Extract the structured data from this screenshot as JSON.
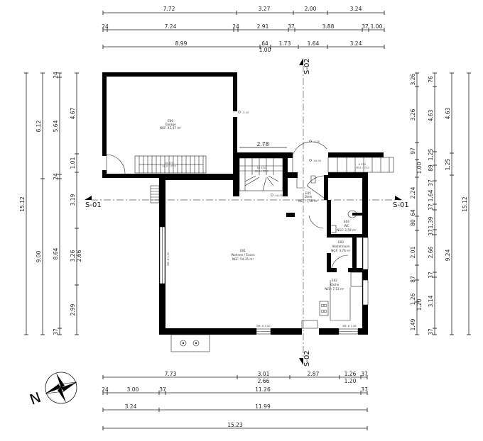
{
  "dimensions": {
    "top_row1": [
      "7.72",
      "3.27",
      "2.00",
      "3.24"
    ],
    "top_row2": [
      "24",
      "7.24",
      "24",
      "2.91",
      "37",
      "3.88",
      "37",
      "1.00"
    ],
    "top_row3": [
      "8.99",
      "64",
      "1.00",
      "1.73",
      "1.64",
      "3.24"
    ],
    "bottom_row1": [
      "7.73",
      "3.01",
      "2.87",
      "1.26",
      "37",
      "2.66",
      "1.20"
    ],
    "bottom_row2": [
      "24",
      "3.00",
      "37",
      "11.26",
      "37"
    ],
    "bottom_row3": [
      "3.24",
      "11.99"
    ],
    "bottom_row4": [
      "15.23"
    ],
    "left_col1": [
      "15.12"
    ],
    "left_col2": [
      "6.12",
      "9.00"
    ],
    "left_col3": [
      "24",
      "5.64",
      "24",
      "8.64",
      "37"
    ],
    "left_col4": [
      "4.67",
      "1.01",
      "3.19",
      "3.26",
      "2.66",
      "2.99"
    ],
    "right_col1": [
      "15.12"
    ],
    "right_col2": [
      "4.63",
      "9.24"
    ],
    "right_col3": [
      "76",
      "4.63",
      "89",
      "1.25",
      "37",
      "1.64",
      "37",
      "1.39",
      "37",
      "2.66",
      "37",
      "3.14",
      "37"
    ],
    "right_col4": [
      "3.26",
      "97",
      "1.00",
      "2.24",
      "64",
      "80",
      "2.01",
      "87",
      "1.26",
      "1.49",
      "1.20"
    ],
    "stair_dim": "2.78"
  },
  "sections": {
    "s01_left": "S-01",
    "s01_right": "S-01",
    "s02_top": "S-02",
    "s02_bottom": "S-02"
  },
  "rooms": {
    "garage": {
      "id": "E06",
      "name": "Garage",
      "area": "NGF: 41,47 m²"
    },
    "wohnen": {
      "id": "E01",
      "name": "Wohnen / Essen",
      "area": "NGF: 54,35 m²"
    },
    "diele": {
      "id": "E05",
      "name": "Diele",
      "area": "NGF: 7,16 m²"
    },
    "wc": {
      "id": "E04",
      "name": "WC",
      "area": "NGF: 2,59 m²"
    },
    "abstell": {
      "id": "E03",
      "name": "Abstellraum",
      "area": "NGF: 3,76 m²"
    },
    "kueche": {
      "id": "E02",
      "name": "Küche",
      "area": "NGF: 7,53 m²"
    }
  },
  "annotations": {
    "level_a": "-0,20",
    "level_b": "-0,20",
    "level_c": "±0,00",
    "level_d": "±0,00",
    "stair_left": "14 STG\n18,0 / 25,0",
    "stair_mid": "16 STG\n18,0 / 25,0",
    "stair_right": "6 STG\n18,0 / 25,0",
    "window_left": "BR:-H 1.50",
    "window_bottom": "BR:-H 2.50",
    "window_bottom2": "BR:-H 1.46",
    "window_right": "BR: 1.50",
    "garage_door_h": "H: 2.13"
  },
  "north": {
    "label": "N"
  }
}
